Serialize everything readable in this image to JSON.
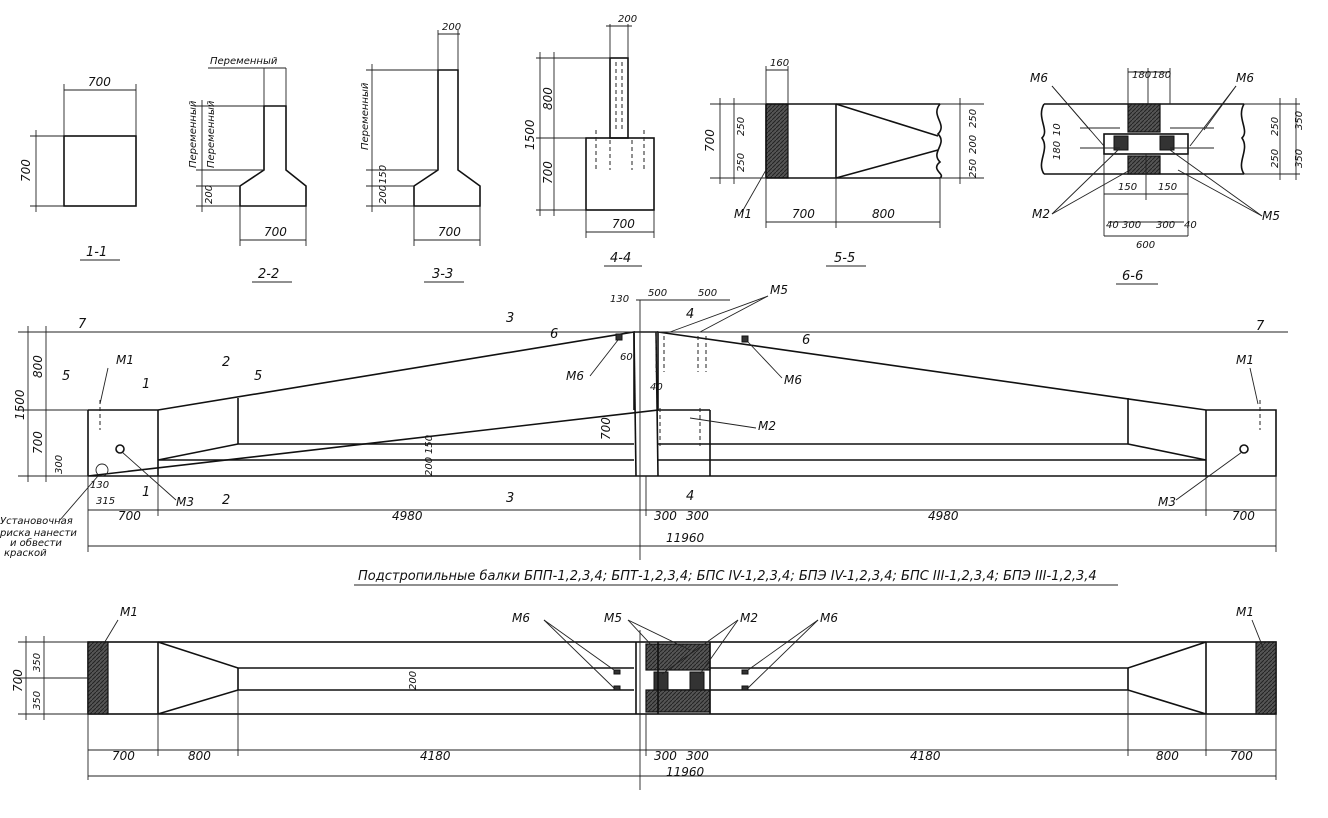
{
  "labels": {
    "s1": "1-1",
    "s2": "2-2",
    "s3": "3-3",
    "s4": "4-4",
    "s5": "5-5",
    "s6": "6-6",
    "variable": "Переменный",
    "title": "Подстропильные балки БПП-1,2,3,4; БПТ-1,2,3,4; БПС IV-1,2,3,4; БПЭ IV-1,2,3,4; БПС III-1,2,3,4; БПЭ III-1,2,3,4",
    "note": [
      "Установочная",
      "риска нанести",
      "и обвести",
      "краской"
    ]
  },
  "dims": {
    "d700": "700",
    "d800": "800",
    "d1500": "1500",
    "d200": "200",
    "d250": "250",
    "d160": "160",
    "d180": "180",
    "d150": "150",
    "d300": "300",
    "d350": "350",
    "d500": "500",
    "d600": "600",
    "d4980": "4980",
    "d4180": "4180",
    "d11960": "11960",
    "d315": "315",
    "d130": "130",
    "d40": "40",
    "d60": "60",
    "d10": "10"
  },
  "marks": {
    "m1": "М1",
    "m2": "М2",
    "m3": "М3",
    "m5": "М5",
    "m6": "М6",
    "n1": "1",
    "n2": "2",
    "n3": "3",
    "n4": "4",
    "n5": "5",
    "n6": "6",
    "n7": "7"
  }
}
